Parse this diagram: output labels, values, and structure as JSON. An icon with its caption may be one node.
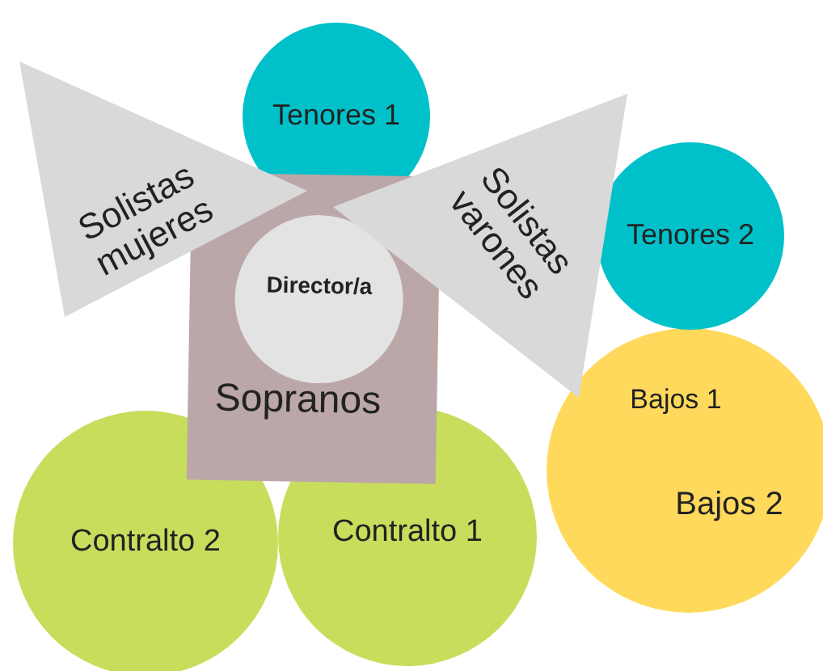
{
  "diagram": {
    "nodes": [
      {
        "text": [
          "Tenores 1"
        ]
      },
      {
        "text": [
          "Solistas mujeres"
        ]
      },
      {
        "text": [
          "Solistas varones"
        ]
      },
      {
        "text": [
          "Tenores 2"
        ]
      },
      {
        "text": [
          "Sopranos"
        ]
      },
      {
        "text": [
          "Director/a"
        ],
        "in": 4
      },
      {
        "text": [
          "Bajos 1",
          "Bajos 2"
        ]
      },
      {
        "text": [
          "Contralto 2"
        ]
      },
      {
        "text": [
          "Contralto 1"
        ]
      }
    ],
    "edges": []
  }
}
